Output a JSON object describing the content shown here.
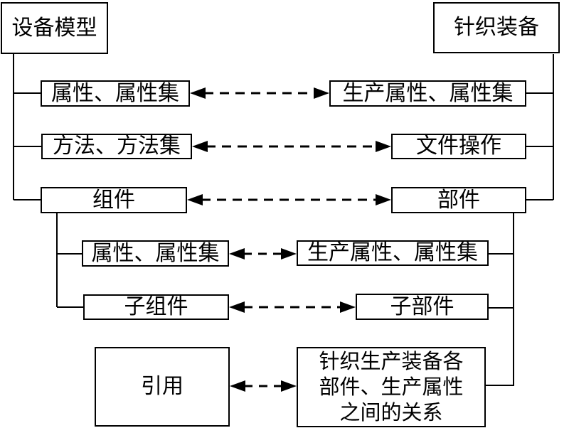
{
  "diagram": {
    "boxes": {
      "equipment_model": "设备模型",
      "knitting_equipment": "针织装备",
      "attribute_set_1": "属性、属性集",
      "production_attribute_set_1": "生产属性、属性集",
      "method_set": "方法、方法集",
      "file_operation": "文件操作",
      "component": "组件",
      "part": "部件",
      "attribute_set_2": "属性、属性集",
      "production_attribute_set_2": "生产属性、属性集",
      "sub_component": "子组件",
      "sub_part": "子部件",
      "reference": "引用",
      "relationship_line1": "针织生产装备各",
      "relationship_line2": "部件、生产属性",
      "relationship_line3": "之间的关系"
    },
    "colors": {
      "line": "#000000",
      "background": "#ffffff"
    }
  }
}
